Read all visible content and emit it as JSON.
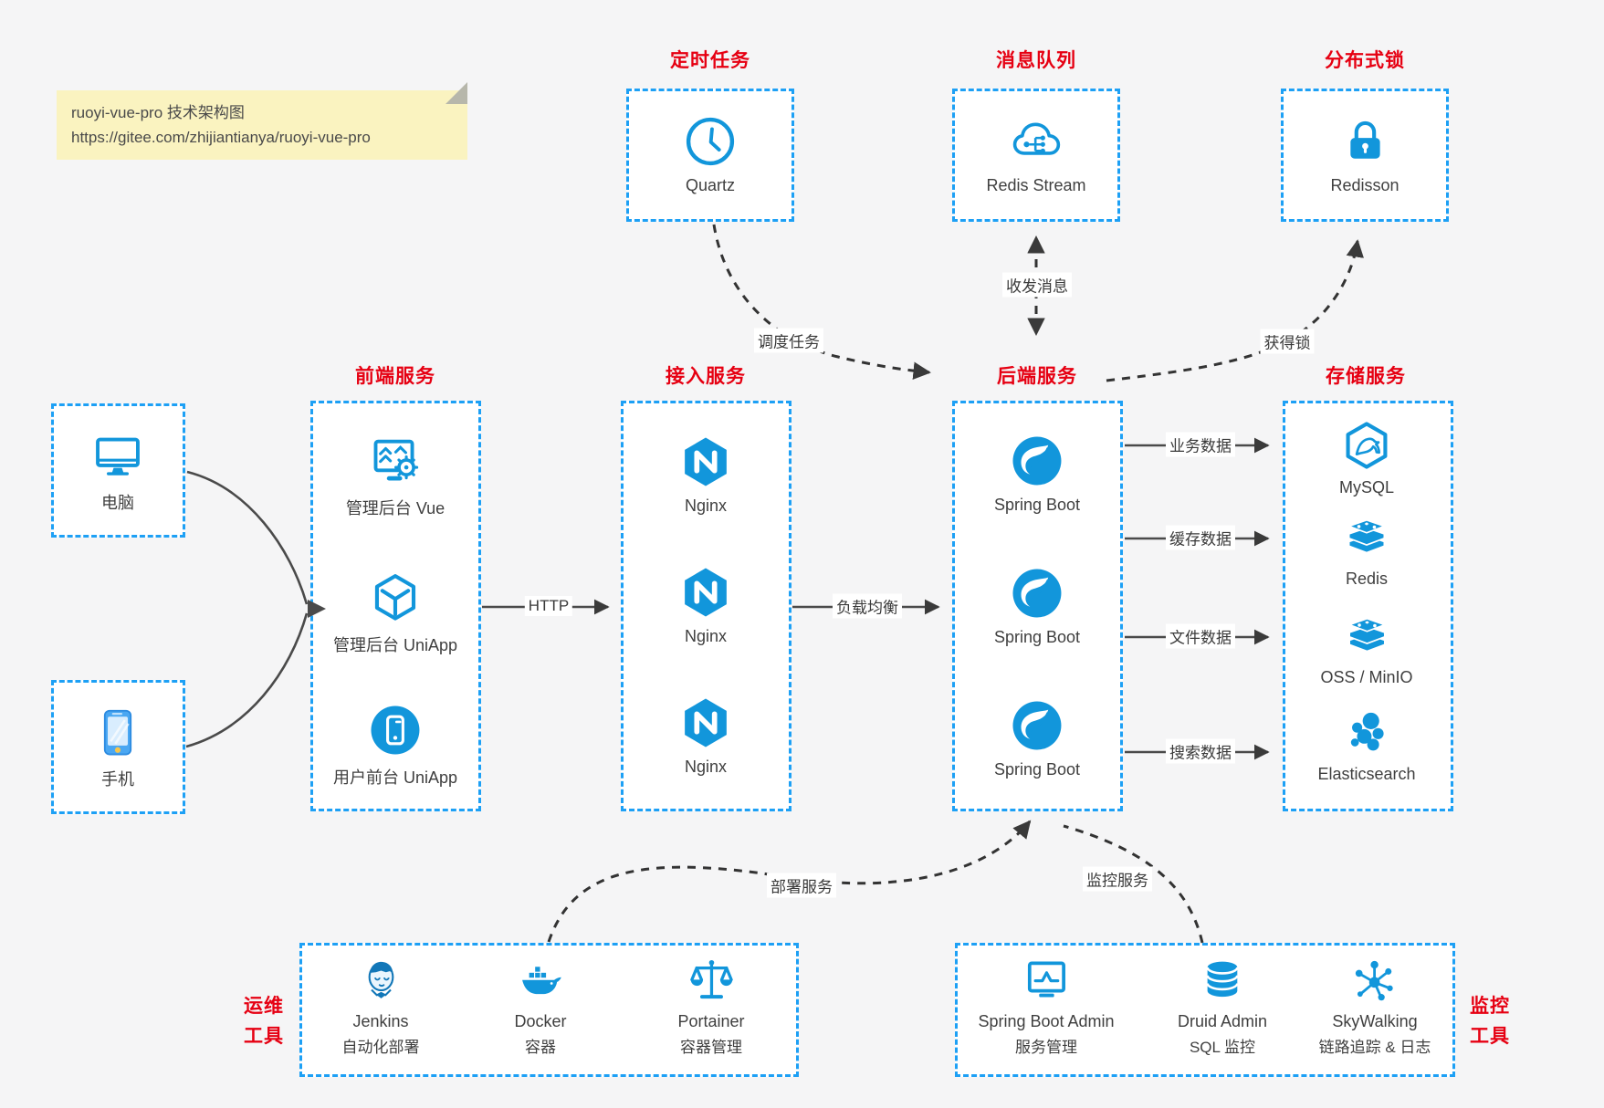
{
  "note": {
    "line1": "ruoyi-vue-pro 技术架构图",
    "line2": "https://gitee.com/zhijiantianya/ruoyi-vue-pro"
  },
  "colors": {
    "accent_blue": "#1296db",
    "box_border_blue": "#1da0f5",
    "title_red": "#e60012",
    "arrow_dark": "#3a3a3a",
    "note_bg": "#faf3c0",
    "canvas_bg": "#f5f5f6"
  },
  "scheduler": {
    "title": "定时任务",
    "icon": "clock-icon",
    "label": "Quartz"
  },
  "mq": {
    "title": "消息队列",
    "icon": "cloud-mq-icon",
    "label": "Redis Stream"
  },
  "lock": {
    "title": "分布式锁",
    "icon": "padlock-icon",
    "label": "Redisson"
  },
  "clients": [
    {
      "icon": "desktop-icon",
      "label": "电脑"
    },
    {
      "icon": "smartphone-icon",
      "label": "手机"
    }
  ],
  "frontend": {
    "title": "前端服务",
    "items": [
      {
        "icon": "vue-admin-icon",
        "label": "管理后台 Vue"
      },
      {
        "icon": "uniapp-cube-icon",
        "label": "管理后台 UniApp"
      },
      {
        "icon": "uniapp-user-icon",
        "label": "用户前台 UniApp"
      }
    ]
  },
  "gateway": {
    "title": "接入服务",
    "items": [
      {
        "icon": "nginx-icon",
        "label": "Nginx"
      },
      {
        "icon": "nginx-icon",
        "label": "Nginx"
      },
      {
        "icon": "nginx-icon",
        "label": "Nginx"
      }
    ]
  },
  "backend": {
    "title": "后端服务",
    "items": [
      {
        "icon": "spring-boot-icon",
        "label": "Spring Boot"
      },
      {
        "icon": "spring-boot-icon",
        "label": "Spring Boot"
      },
      {
        "icon": "spring-boot-icon",
        "label": "Spring Boot"
      }
    ]
  },
  "storage": {
    "title": "存储服务",
    "items": [
      {
        "icon": "mysql-icon",
        "label": "MySQL"
      },
      {
        "icon": "redis-icon",
        "label": "Redis"
      },
      {
        "icon": "oss-icon",
        "label": "OSS / MinIO"
      },
      {
        "icon": "elasticsearch-icon",
        "label": "Elasticsearch"
      }
    ]
  },
  "ops": {
    "label_line1": "运维",
    "label_line2": "工具",
    "items": [
      {
        "icon": "jenkins-icon",
        "name": "Jenkins",
        "desc": "自动化部署"
      },
      {
        "icon": "docker-icon",
        "name": "Docker",
        "desc": "容器"
      },
      {
        "icon": "portainer-icon",
        "name": "Portainer",
        "desc": "容器管理"
      }
    ]
  },
  "monitorTools": {
    "label_line1": "监控",
    "label_line2": "工具",
    "items": [
      {
        "icon": "spring-boot-admin-icon",
        "name": "Spring Boot Admin",
        "desc": "服务管理"
      },
      {
        "icon": "druid-icon",
        "name": "Druid Admin",
        "desc": "SQL 监控"
      },
      {
        "icon": "skywalking-icon",
        "name": "SkyWalking",
        "desc": "链路追踪 & 日志"
      }
    ]
  },
  "edges": {
    "http": "HTTP",
    "load_balance": "负载均衡",
    "business_data": "业务数据",
    "cache_data": "缓存数据",
    "file_data": "文件数据",
    "search_data": "搜索数据",
    "schedule_task": "调度任务",
    "send_receive_msg": "收发消息",
    "acquire_lock": "获得锁",
    "deploy_service": "部署服务",
    "monitor_service": "监控服务"
  }
}
